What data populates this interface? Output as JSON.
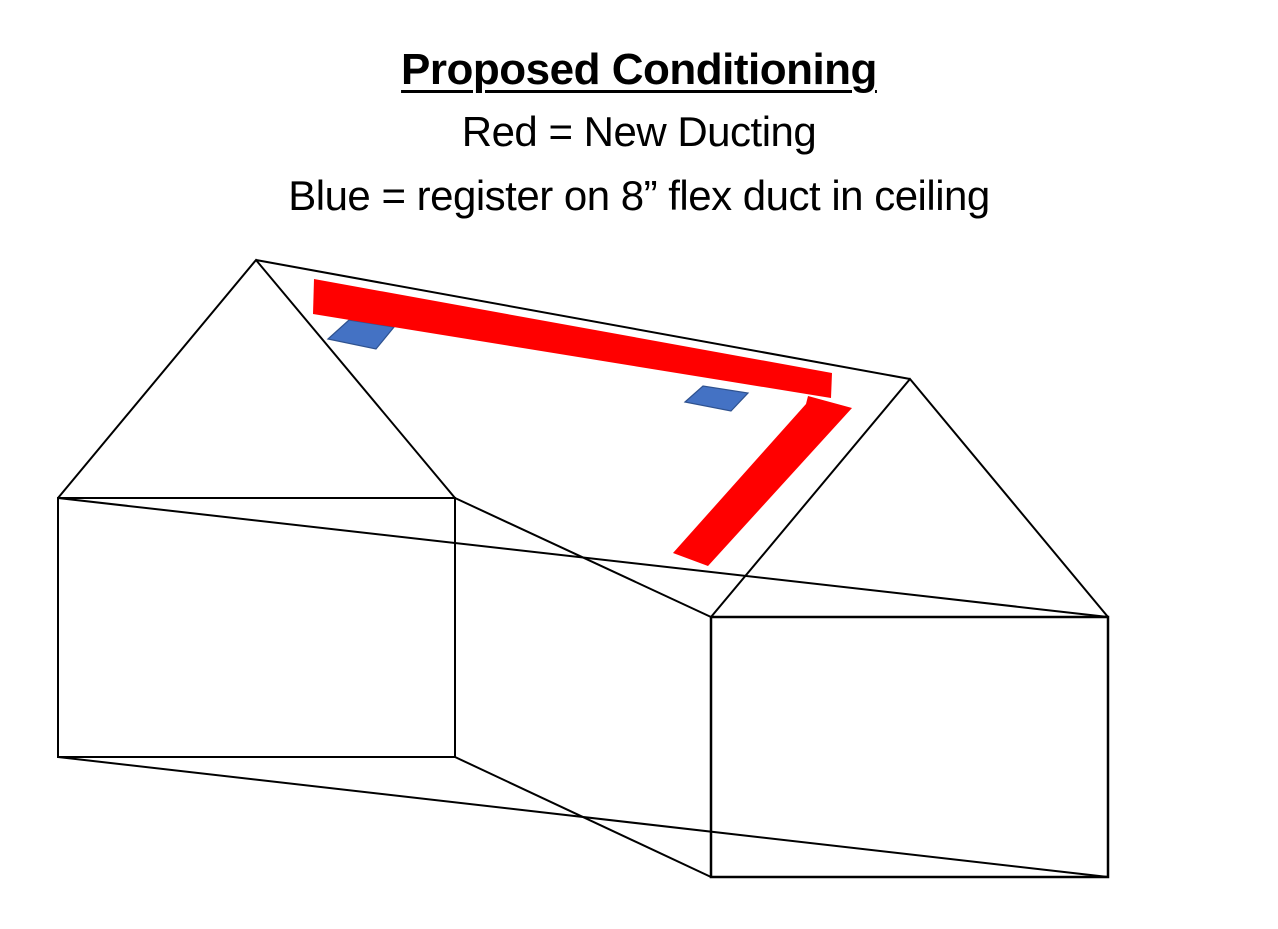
{
  "slide": {
    "title": "Proposed Conditioning",
    "legend": [
      {
        "text": "Red = New Ducting",
        "color": "#ff0000",
        "meaning": "New Ducting"
      },
      {
        "text": "Blue = register on 8” flex duct in ceiling",
        "color": "#4472c4",
        "meaning": "register on 8” flex duct in ceiling"
      }
    ]
  },
  "diagram": {
    "subject": "house-wireframe",
    "line_color": "#000000",
    "duct_color": "#ff0000",
    "register_color": "#4472c4",
    "register_stroke": "#2f528f",
    "registers": 2,
    "duct_segments": 2
  }
}
